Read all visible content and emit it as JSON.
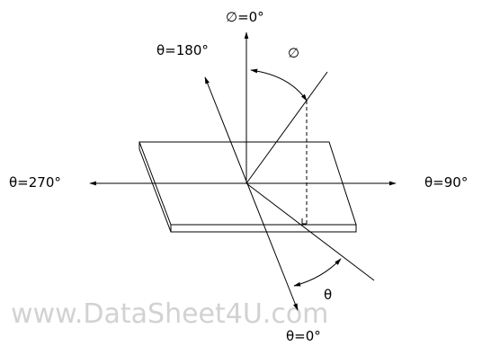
{
  "labels": {
    "phi_zero": "∅=0°",
    "phi": "∅",
    "theta_180": "θ=180°",
    "theta_270": "θ=270°",
    "theta_90": "θ=90°",
    "theta": "θ",
    "theta_zero": "θ=0°"
  },
  "watermark": "www.DataSheet4U.com"
}
